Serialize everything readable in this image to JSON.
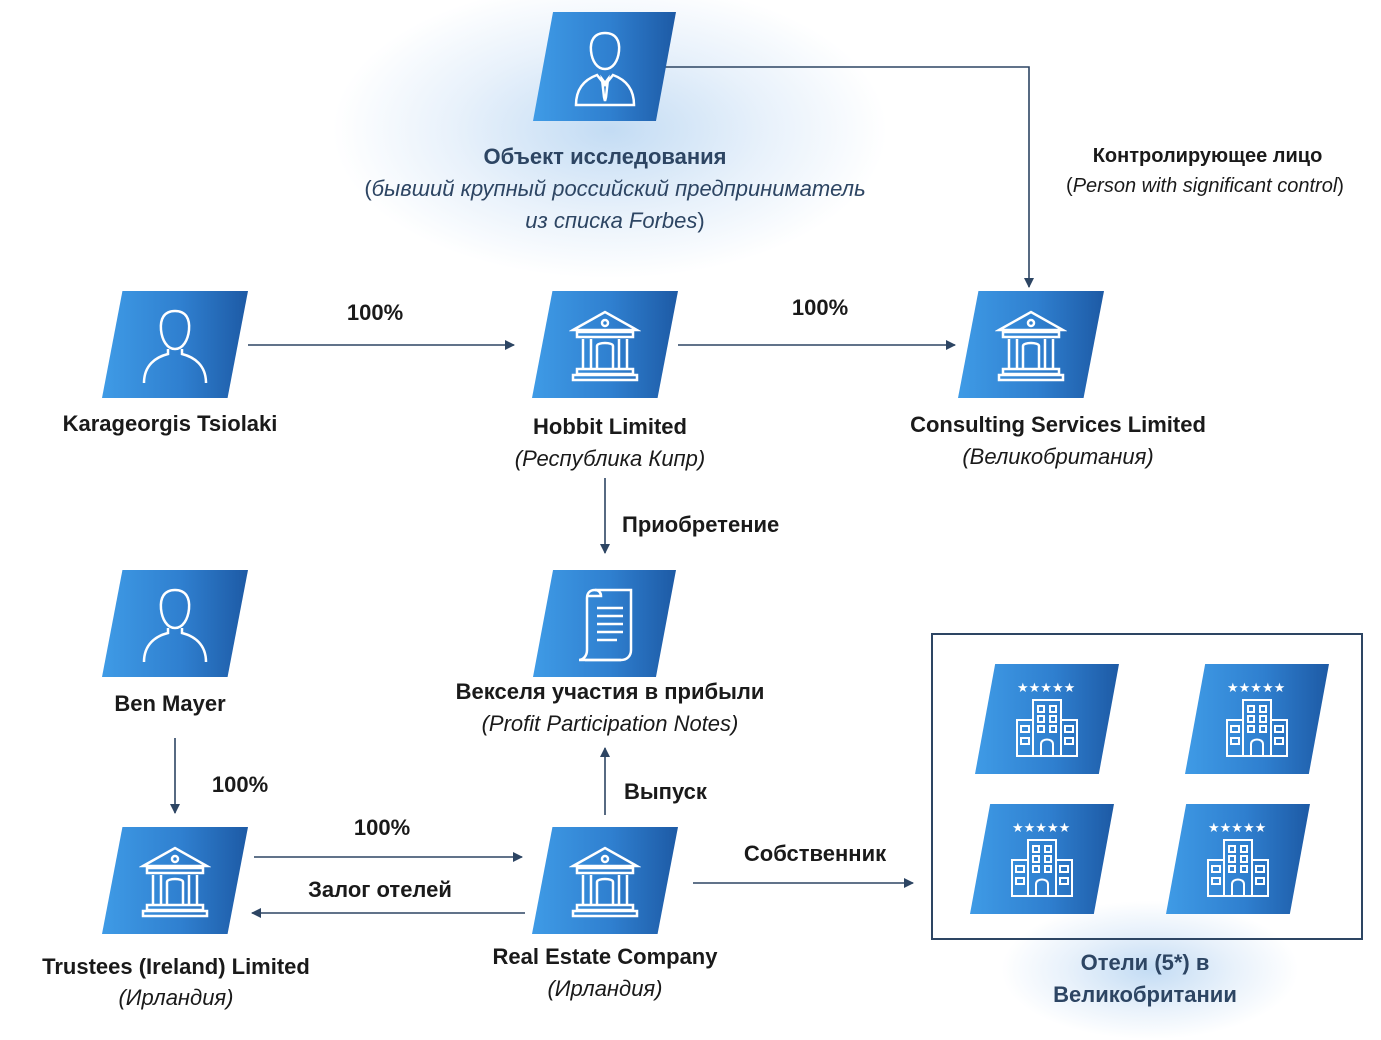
{
  "subject": {
    "title": "Объект исследования",
    "paren_open": "(",
    "description_line1": "бывший крупный российский предприниматель",
    "description_line2": "из списка Forbes",
    "paren_close": ")"
  },
  "control": {
    "label": "Контролирующее лицо",
    "paren_open": "(",
    "sublabel": "Person with significant control",
    "paren_close": ")"
  },
  "entities": {
    "karageorgis": {
      "name": "Karageorgis Tsiolaki"
    },
    "hobbit": {
      "name": "Hobbit Limited",
      "country": "(Республика Кипр)"
    },
    "consulting": {
      "name": "Consulting Services Limited",
      "country": "(Великобритания)"
    },
    "notes": {
      "name": "Векселя участия в прибыли",
      "sub": "(Profit Participation Notes)"
    },
    "ben_mayer": {
      "name": "Ben Mayer"
    },
    "trustees": {
      "name": "Trustees (Ireland) Limited",
      "country": "(Ирландия)"
    },
    "real_estate": {
      "name": "Real Estate Company",
      "country": "(Ирландия)"
    },
    "hotels": {
      "line1": "Отели (5*) в",
      "line2": "Великобритании",
      "count": 4
    }
  },
  "edges": {
    "karageorgis_to_hobbit": "100%",
    "hobbit_to_consulting": "100%",
    "hobbit_to_notes": "Приобретение",
    "realestate_to_notes": "Выпуск",
    "ben_to_trustees": "100%",
    "trustees_to_realestate": "100%",
    "realestate_to_trustees": "Залог отелей",
    "realestate_to_hotels": "Собственник"
  },
  "colors": {
    "line": "#2d4563",
    "node_light": "#3f9be6",
    "node_dark": "#1d5aa5",
    "accent_text": "#2d4563"
  }
}
